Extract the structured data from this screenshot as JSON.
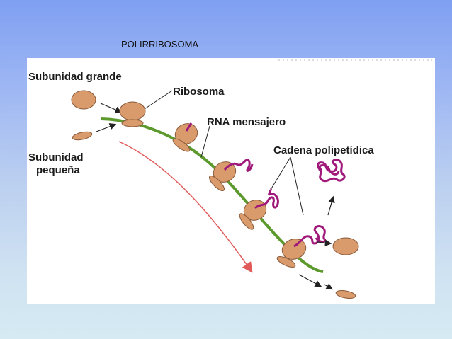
{
  "slide": {
    "title": "POLIRRIBOSOMA"
  },
  "diagram": {
    "labels": {
      "large_subunit": "Subunidad grande",
      "ribosome": "Ribosoma",
      "mrna": "RNA mensajero",
      "small_subunit_line1": "Subunidad",
      "small_subunit_line2": "pequeña",
      "polypeptide_chain": "Cadena polipetídica"
    },
    "colors": {
      "subunit_fill": "#d99a6c",
      "subunit_stroke": "#8a5a3a",
      "mrna": "#5c9a2e",
      "polypeptide": "#a0197a",
      "direction_arrow": "#e05a5a"
    }
  }
}
